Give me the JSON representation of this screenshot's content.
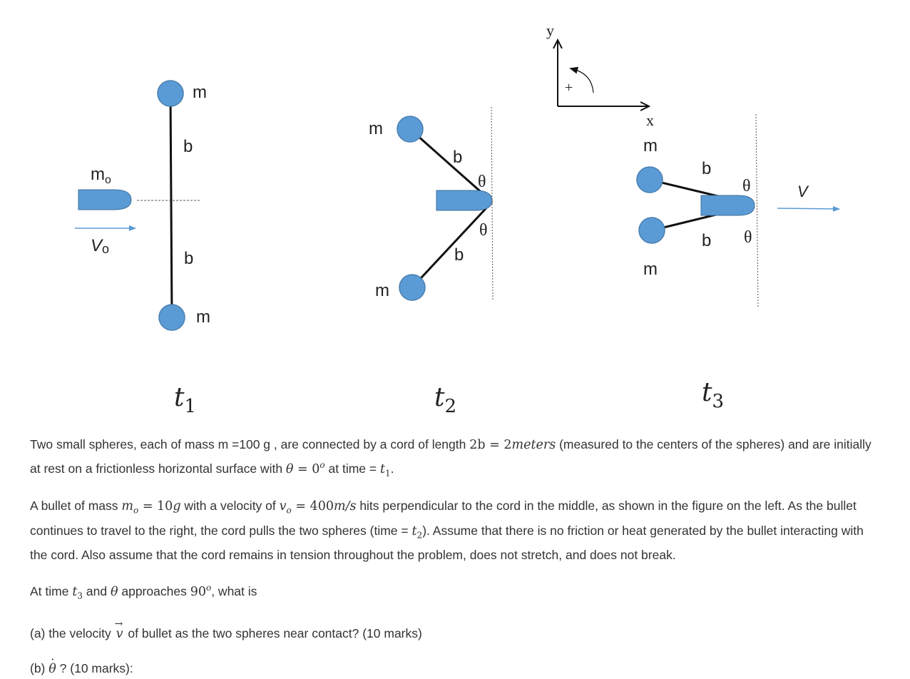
{
  "diagram": {
    "colors": {
      "sphere": "#5b9bd5",
      "sphere_stroke": "#4a7fb0",
      "cord": "#111111",
      "arrow_blue": "#5b9bd5",
      "dashed": "#555555"
    },
    "axes": {
      "y_label": "y",
      "x_label": "x",
      "rotation_sign": "+"
    },
    "t1": {
      "mass_top": "m",
      "mass_bottom": "m",
      "cord_top": "b",
      "cord_bottom": "b",
      "bullet_mass": "m",
      "bullet_mass_sub": "o",
      "velocity": "V",
      "velocity_sub": "o",
      "time_label": "t",
      "time_sub": "1"
    },
    "t2": {
      "mass_top": "m",
      "mass_bottom": "m",
      "cord_top": "b",
      "cord_bottom": "b",
      "angle_top": "θ",
      "angle_bottom": "θ",
      "time_label": "t",
      "time_sub": "2"
    },
    "t3": {
      "mass_top": "m",
      "mass_bottom": "m",
      "cord_top": "b",
      "cord_bottom": "b",
      "angle_top": "θ",
      "angle_bottom": "θ",
      "velocity": "V",
      "time_label": "t",
      "time_sub": "3"
    }
  },
  "problem": {
    "p1": {
      "a": "Two small spheres, each of mass m =100 g , are connected by a cord of length ",
      "m1": "2b",
      "m2": " = 2",
      "m3": "meters",
      "b": " (measured to the centers of the spheres) and are initially at rest on a frictionless horizontal surface with ",
      "m4": "θ",
      "m5": " = 0",
      "m5sup": "o",
      "c": " at time = ",
      "m6": "t",
      "m6sub": "1",
      "d": "."
    },
    "p2": {
      "a": "A bullet of mass ",
      "m1": "m",
      "m1sub": "o",
      "m2": " = 10",
      "m3": "g",
      "b": " with a velocity of ",
      "m4": "v",
      "m4sub": "o",
      "m5": " = 400",
      "m6": "m/s",
      "c": " hits perpendicular to the cord in the middle, as shown in the figure on the left. As the bullet continues to travel to the right, the cord pulls the two spheres (time = ",
      "m7": "t",
      "m7sub": "2",
      "d": "). Assume that there is no friction or heat generated by the bullet interacting with the cord. Also assume that the cord remains in tension throughout the problem, does not stretch, and does not break."
    },
    "p3": {
      "a": "At time ",
      "m1": "t",
      "m1sub": "3",
      "b": " and ",
      "m2": "θ",
      "c": " approaches ",
      "m3": "90",
      "m3sup": "o",
      "d": ", what is"
    },
    "p4": {
      "a": "(a) the velocity ",
      "m1": "v",
      "b": " of bullet as the two spheres near contact? (10 marks)"
    },
    "p5": {
      "a": "(b) ",
      "m1": "θ",
      "b": " ? (10 marks):"
    }
  }
}
